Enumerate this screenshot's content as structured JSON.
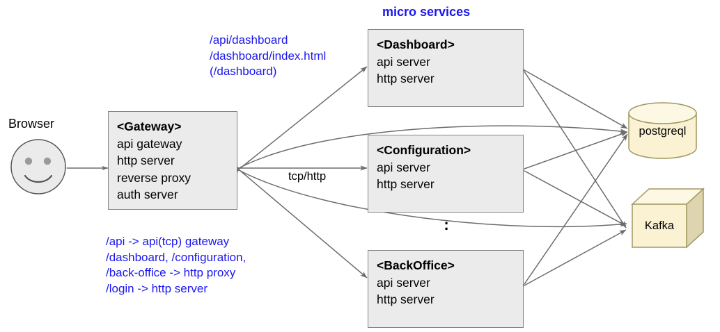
{
  "diagram": {
    "section_title": "micro services",
    "browser": {
      "label": "Browser",
      "icon": "smiley-face-icon"
    },
    "gateway": {
      "title": "<Gateway>",
      "lines": [
        "api gateway",
        "http server",
        "reverse proxy",
        "auth server"
      ]
    },
    "gateway_routes_note": {
      "lines": [
        "/api -> api(tcp) gateway",
        "/dashboard, /configuration,",
        "/back-office -> http proxy",
        "/login -> http server"
      ]
    },
    "dashboard_paths_note": {
      "lines": [
        "/api/dashboard",
        "/dashboard/index.html",
        "(/dashboard)"
      ]
    },
    "services": [
      {
        "title": "<Dashboard>",
        "lines": [
          "api server",
          "http server"
        ]
      },
      {
        "title": "<Configuration>",
        "lines": [
          "api server",
          "http server"
        ]
      },
      {
        "title": "<BackOffice>",
        "lines": [
          "api server",
          "http server"
        ]
      }
    ],
    "services_ellipsis": ":",
    "edge_labels": {
      "gateway_to_services": "tcp/http",
      "browser_to_gateway": ""
    },
    "stores": [
      {
        "label": "postgreql",
        "shape": "cylinder"
      },
      {
        "label": "Kafka",
        "shape": "cube"
      }
    ],
    "colors": {
      "note_blue": "#1B16F0",
      "box_fill": "#EBEBEB",
      "box_stroke": "#838383",
      "store_fill": "#FAF2D3",
      "store_fill_top": "#FCF8E3",
      "store_fill_side": "#DED5B0",
      "store_stroke": "#A09760",
      "edge_stroke": "#6C6C6C",
      "browser_fill": "#EBEBEB"
    }
  }
}
